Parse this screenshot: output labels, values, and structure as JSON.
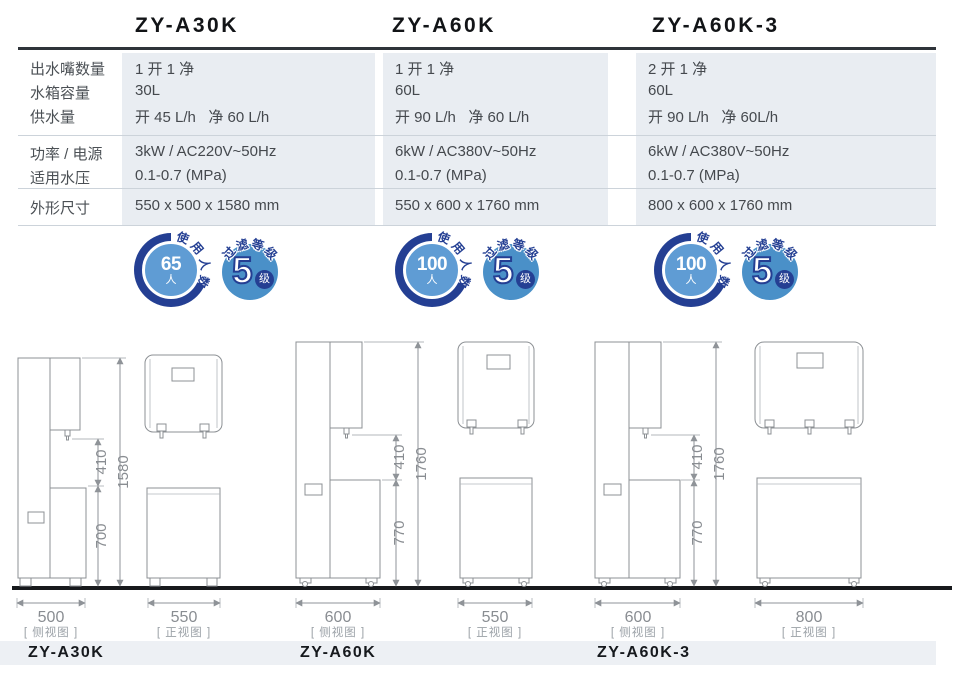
{
  "table": {
    "headers": [
      "ZY-A30K",
      "ZY-A60K",
      "ZY-A60K-3"
    ],
    "rows": [
      {
        "label": "出水嘴数量",
        "values": [
          "1 开 1 净",
          "1 开 1 净",
          "2 开 1 净"
        ]
      },
      {
        "label": "水箱容量",
        "values": [
          "30L",
          "60L",
          "60L"
        ]
      },
      {
        "label": "供水量",
        "values": [
          "开 45 L/h   净 60 L/h",
          "开 90 L/h   净 60 L/h",
          "开 90 L/h   净 60L/h"
        ]
      },
      {
        "label": "功率 / 电源",
        "values": [
          "3kW / AC220V~50Hz",
          "6kW / AC380V~50Hz",
          "6kW / AC380V~50Hz"
        ]
      },
      {
        "label": "适用水压",
        "values": [
          "0.1-0.7 (MPa)",
          "0.1-0.7 (MPa)",
          "0.1-0.7 (MPa)"
        ]
      },
      {
        "label": "外形尺寸",
        "values": [
          "550 x 500 x 1580 mm",
          "550 x 600 x 1760 mm",
          "800 x 600 x 1760 mm"
        ]
      }
    ]
  },
  "badges": {
    "users_label_chars": [
      "使",
      "用",
      "人",
      "数"
    ],
    "filter_label_chars": [
      "过",
      "滤",
      "等",
      "级"
    ],
    "filter_value": "5",
    "filter_unit": "级",
    "users_unit": "人",
    "per_model": [
      {
        "users": "65"
      },
      {
        "users": "100"
      },
      {
        "users": "100"
      }
    ]
  },
  "drawings": [
    {
      "model": "ZY-A30K",
      "side_width": "500",
      "front_width": "550",
      "upper_h": "410",
      "total_h": "1580",
      "lower_h": "700",
      "side_caption": "[ 侧视图 ]",
      "front_caption": "[ 正视图 ]"
    },
    {
      "model": "ZY-A60K",
      "side_width": "600",
      "front_width": "550",
      "upper_h": "410",
      "total_h": "1760",
      "lower_h": "770",
      "side_caption": "[ 侧视图 ]",
      "front_caption": "[ 正视图 ]"
    },
    {
      "model": "ZY-A60K-3",
      "side_width": "600",
      "front_width": "800",
      "upper_h": "410",
      "total_h": "1760",
      "lower_h": "770",
      "side_caption": "[ 侧视图 ]",
      "front_caption": "[ 正视图 ]"
    }
  ],
  "colors": {
    "navy": "#243f93",
    "donut_inner_blue": "#5f9cd4",
    "filter_circle_blue": "#4a90c8",
    "cell_shade": "#e9edf2",
    "header_rule": "#2f343a",
    "strip_bg": "#edf0f4"
  }
}
